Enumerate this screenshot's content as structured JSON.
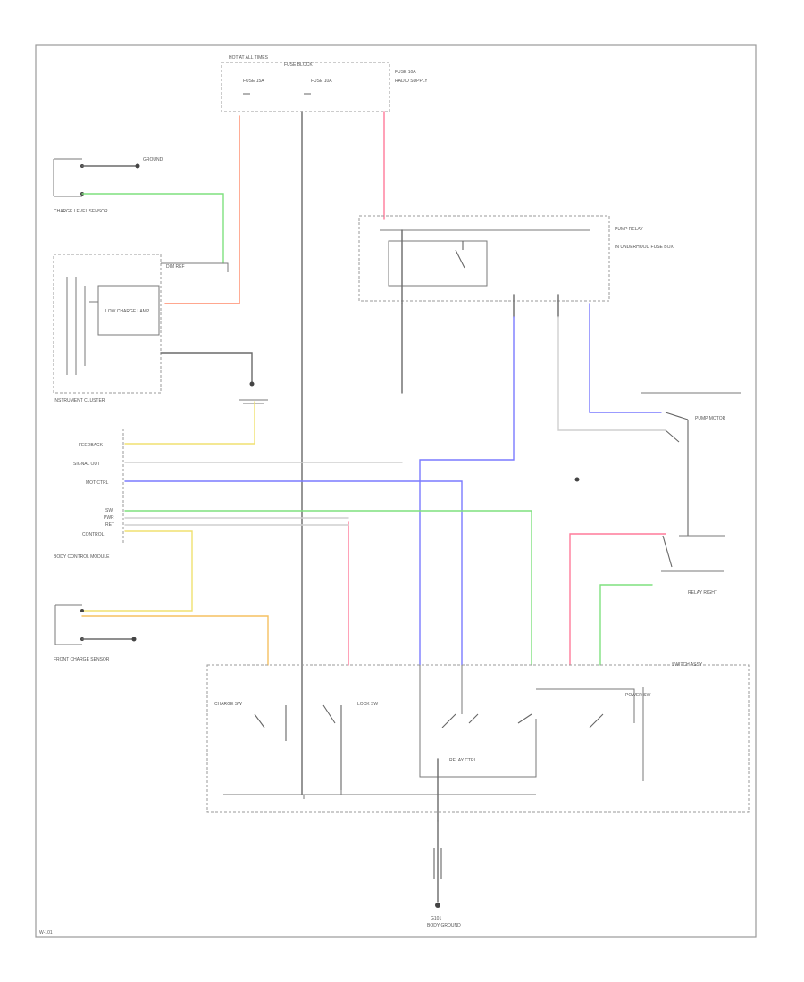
{
  "colors": {
    "frame": "#9a9a9a",
    "wire_black": "#6a6a6a",
    "wire_red": "#ff8a6a",
    "wire_pink": "#ff7a9a",
    "wire_green": "#7fe07f",
    "wire_yellow": "#f0e070",
    "wire_orange": "#f5c060",
    "wire_blue": "#7a7aff",
    "wire_gray": "#cfcfcf"
  },
  "labels": {
    "hot_at_all_times": "HOT AT ALL TIMES",
    "fuse_block_top": "FUSE BLOCK",
    "fuse_left": "FUSE 15A",
    "fuse_mid": "FUSE 10A",
    "fuse_right": "FUSE 10A",
    "radio_supply": "RADIO SUPPLY",
    "ground_top_left": "GROUND",
    "sensor_top_left": "CHARGE LEVEL SENSOR",
    "instrument_cluster": "INSTRUMENT CLUSTER",
    "low_charge_lamp": "LOW CHARGE LAMP",
    "dim_ref": "DIM REF",
    "body_control_module": "BODY CONTROL MODULE",
    "bcm_row_1": "FEEDBACK",
    "bcm_row_2": "SIGNAL OUT",
    "bcm_row_3": "MOT CTRL",
    "bcm_row_4": "SW",
    "bcm_row_5": "PWR",
    "bcm_row_6": "RET",
    "bcm_row_7": "CONTROL",
    "pump_relay": "PUMP RELAY",
    "pump_relay_desc": "IN UNDERHOOD FUSE BOX",
    "pump_motor": "PUMP MOTOR",
    "front_sensor": "FRONT CHARGE SENSOR",
    "main_switch": "SWITCH ASSY",
    "charge_sw": "CHARGE SW",
    "lock_sw": "LOCK SW",
    "relay_ctrl": "RELAY CTRL",
    "power_sw": "POWER SW",
    "ground_bottom": "G101",
    "ground_bottom_desc": "BODY GROUND",
    "right_desc": "RELAY RIGHT",
    "footer_code": "W-101"
  }
}
